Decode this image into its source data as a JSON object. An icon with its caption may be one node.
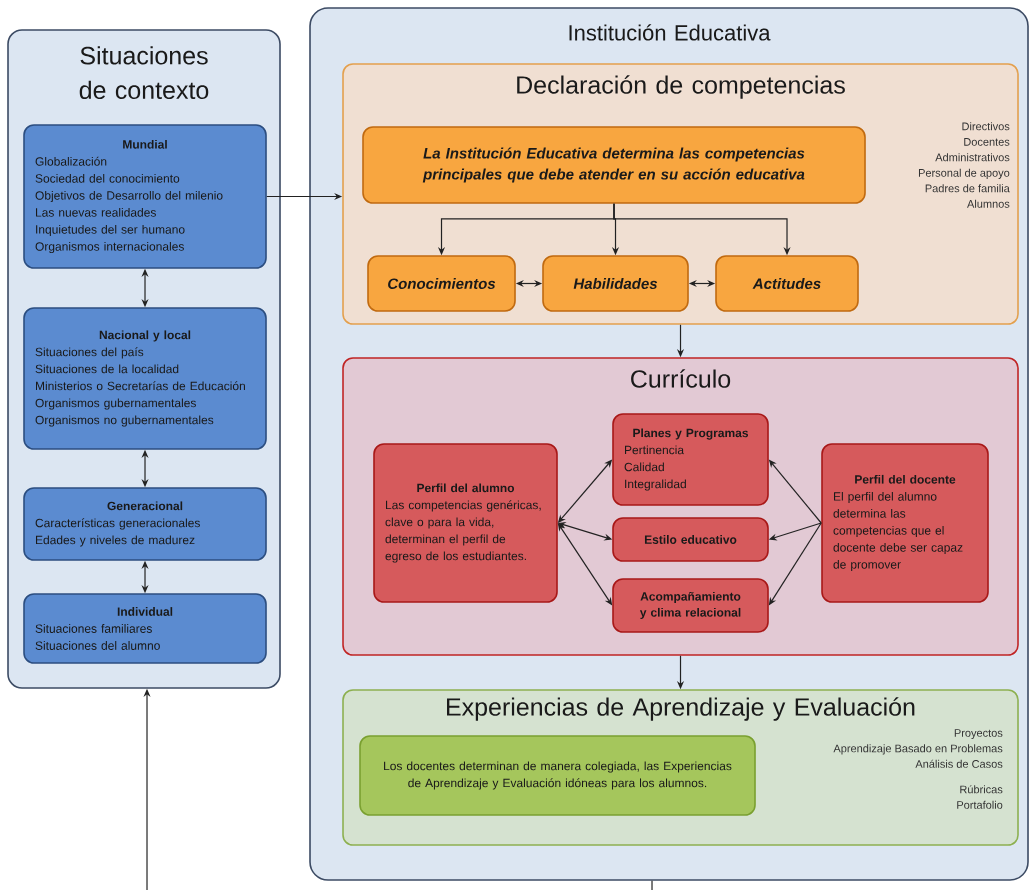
{
  "diagram": {
    "nodes": [
      {
        "text": [
          "Situaciones de contexto"
        ]
      },
      {
        "text": [
          "Mundial",
          "Globalización",
          "Sociedad del conocimiento",
          "Objetivos de Desarrollo del milenio",
          "Las nuevas realidades",
          "Inquietudes del ser humano",
          "Organismos internacionales"
        ],
        "in": 0
      },
      {
        "text": [
          "Nacional y local",
          "Situaciones del país",
          "Situaciones de la localidad",
          "Ministerios o Secretarías de Educación",
          "Organismos gubernamentales",
          "Organismos no gubernamentales"
        ],
        "in": 0
      },
      {
        "text": [
          "Generacional",
          "Características generacionales",
          "Edades y niveles de madurez"
        ],
        "in": 0
      },
      {
        "text": [
          "Individual",
          "Situaciones familiares",
          "Situaciones del alumno"
        ],
        "in": 0
      },
      {
        "text": [
          "Institución Educativa"
        ]
      },
      {
        "text": [
          "Declaración de competencias",
          "Directivos",
          "Docentes",
          "Administrativos",
          "Personal de apoyo",
          "Padres de familia",
          "Alumnos"
        ],
        "in": 5
      },
      {
        "text": [
          "La Institución Educativa determina las competencias principales que debe atender en su acción educativa"
        ],
        "in": 6
      },
      {
        "text": [
          "Conocimientos"
        ],
        "in": 6
      },
      {
        "text": [
          "Habilidades"
        ],
        "in": 6
      },
      {
        "text": [
          "Actitudes"
        ],
        "in": 6
      },
      {
        "text": [
          "Currículo"
        ],
        "in": 5
      },
      {
        "text": [
          "Perfil del alumno",
          "Las competencias genéricas, clave o para la vida, determinan el perfil de egreso de los estudiantes."
        ],
        "in": 11
      },
      {
        "text": [
          "Planes y Programas",
          "Pertinencia",
          "Calidad",
          "Integralidad"
        ],
        "in": 11
      },
      {
        "text": [
          "Estilo educativo"
        ],
        "in": 11
      },
      {
        "text": [
          "Acompañamiento y clima relacional"
        ],
        "in": 11
      },
      {
        "text": [
          "Perfil del docente",
          "El perfil del alumno determina las competencias que el docente debe ser capaz de promover"
        ],
        "in": 11
      },
      {
        "text": [
          "Experiencias de Aprendizaje y Evaluación",
          "Proyectos",
          "Aprendizaje Basado en Problemas",
          "Análisis de Casos",
          "Rúbricas",
          "Portafolio"
        ],
        "in": 5
      },
      {
        "text": [
          "Los docentes determinan de manera colegiada, las Experiencias de Aprendizaje y Evaluación idóneas para los alumnos."
        ],
        "in": 17
      }
    ],
    "edges": [
      {
        "from": 1,
        "to": 2,
        "arrow": "both"
      },
      {
        "from": 2,
        "to": 3,
        "arrow": "both"
      },
      {
        "from": 3,
        "to": 4,
        "arrow": "both"
      },
      {
        "from": 1,
        "to": 6,
        "arrow": "to"
      },
      {
        "from": 7,
        "to": 8,
        "arrow": "to"
      },
      {
        "from": 7,
        "to": 9,
        "arrow": "to"
      },
      {
        "from": 7,
        "to": 10,
        "arrow": "to"
      },
      {
        "from": 8,
        "to": 9,
        "arrow": "both"
      },
      {
        "from": 9,
        "to": 10,
        "arrow": "both"
      },
      {
        "from": 6,
        "to": 11,
        "arrow": "to"
      },
      {
        "from": 11,
        "to": 17,
        "arrow": "to"
      },
      {
        "from": 12,
        "to": 13,
        "arrow": "both"
      },
      {
        "from": 12,
        "to": 14,
        "arrow": "both"
      },
      {
        "from": 12,
        "to": 15,
        "arrow": "both"
      },
      {
        "from": 16,
        "to": 13,
        "arrow": "to"
      },
      {
        "from": 16,
        "to": 14,
        "arrow": "to"
      },
      {
        "from": 16,
        "to": 15,
        "arrow": "to"
      },
      {
        "from": 5,
        "to": null,
        "arrow": "none"
      },
      {
        "from": null,
        "to": 0,
        "arrow": "to"
      }
    ]
  }
}
